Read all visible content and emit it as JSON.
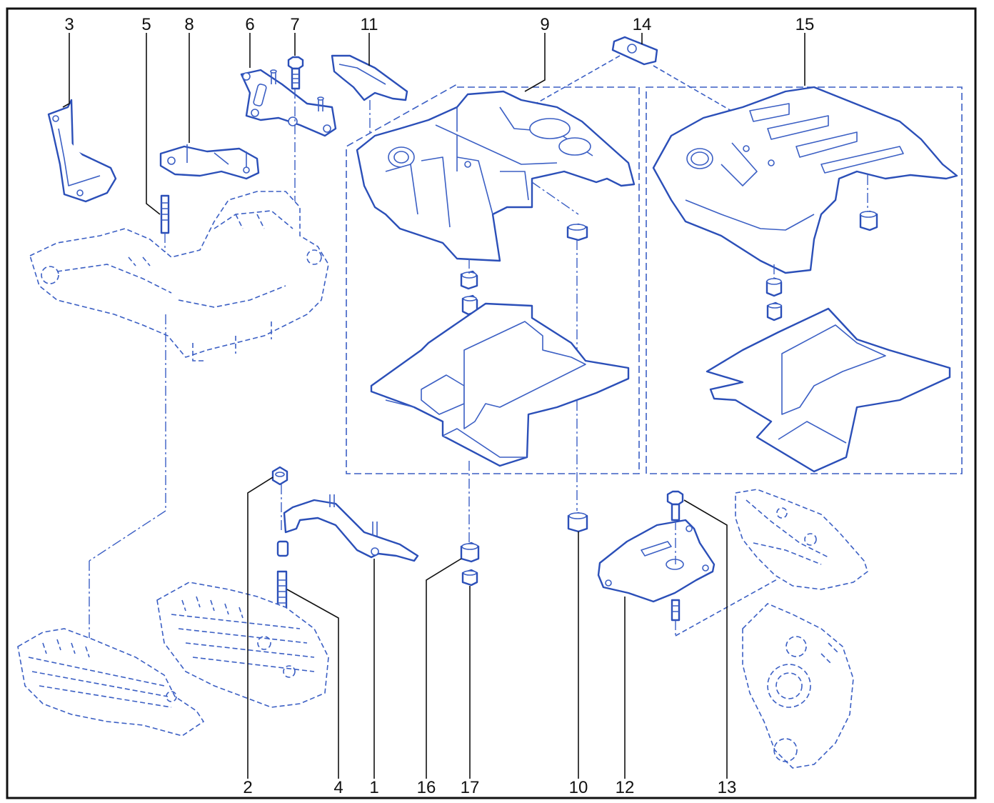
{
  "diagram": {
    "accent_color": "#2b4fb8",
    "border_color": "#111111",
    "callouts_top": [
      "3",
      "5",
      "8",
      "6",
      "7",
      "11",
      "9",
      "14",
      "15"
    ],
    "callouts_bottom": [
      "2",
      "4",
      "1",
      "16",
      "17",
      "10",
      "12",
      "13"
    ]
  }
}
